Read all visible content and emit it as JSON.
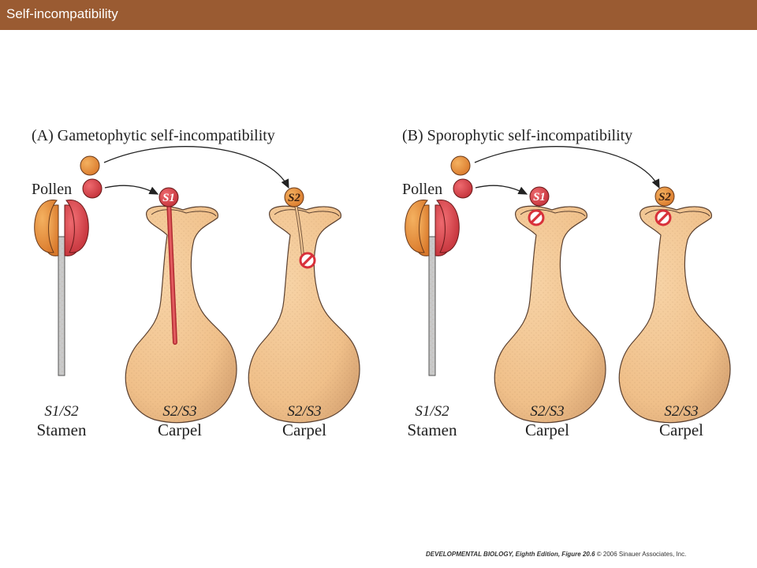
{
  "header": {
    "title": "Self-incompatibility"
  },
  "colors": {
    "header_bg": "#9a5b32",
    "carpel": "#f3c896",
    "carpel_stroke": "#5a4030",
    "pollen_orange": "#e8923a",
    "pollen_red": "#d8434a",
    "block_red": "#d8313a"
  },
  "panel_a": {
    "title": "(A)  Gametophytic self-incompatibility",
    "pollen_label": "Pollen",
    "tag_1": "S1",
    "tag_2": "S2",
    "stamen": {
      "genotype": "S1/S2",
      "label": "Stamen"
    },
    "carpel_1": {
      "genotype": "S2/S3",
      "label": "Carpel"
    },
    "carpel_2": {
      "genotype": "S2/S3",
      "label": "Carpel"
    }
  },
  "panel_b": {
    "title": "(B)  Sporophytic self-incompatibility",
    "pollen_label": "Pollen",
    "tag_1": "S1",
    "tag_2": "S2",
    "stamen": {
      "genotype": "S1/S2",
      "label": "Stamen"
    },
    "carpel_1": {
      "genotype": "S2/S3",
      "label": "Carpel"
    },
    "carpel_2": {
      "genotype": "S2/S3",
      "label": "Carpel"
    }
  },
  "caption": {
    "book": "DEVELOPMENTAL BIOLOGY, Eighth Edition, Figure 20.6",
    "copyright": "© 2006 Sinauer Associates, Inc."
  }
}
